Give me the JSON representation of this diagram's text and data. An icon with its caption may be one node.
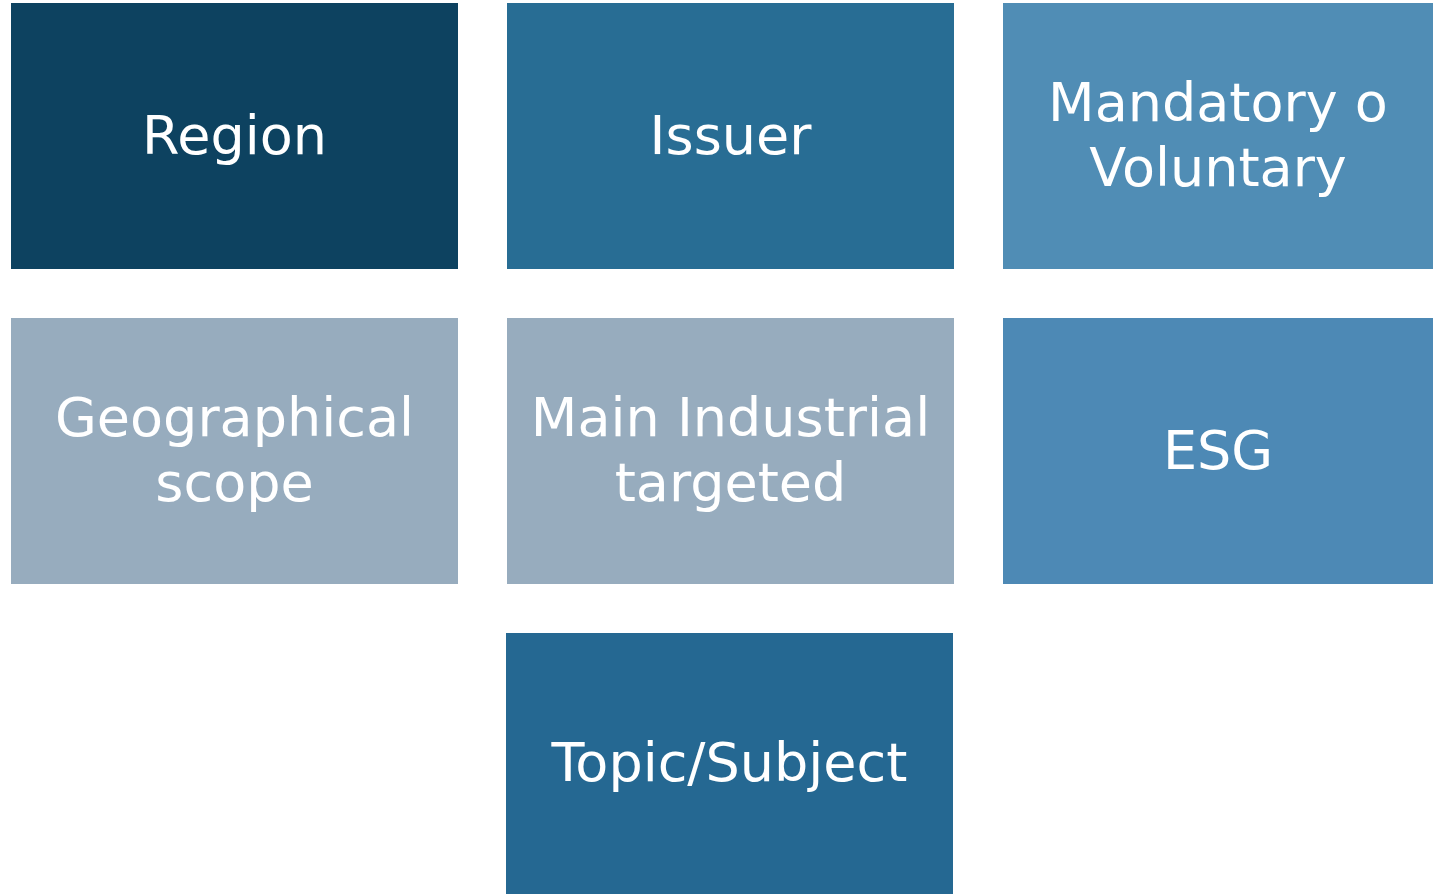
{
  "diagram": {
    "nodes": [
      {
        "text": [
          "Region"
        ]
      },
      {
        "text": [
          "Issuer"
        ]
      },
      {
        "text": [
          "Mandatory o Voluntary"
        ]
      },
      {
        "text": [
          "Geographical scope"
        ]
      },
      {
        "text": [
          "Main Industrial targeted"
        ]
      },
      {
        "text": [
          "ESG"
        ]
      },
      {
        "text": [
          "Topic/Subject"
        ]
      }
    ]
  }
}
